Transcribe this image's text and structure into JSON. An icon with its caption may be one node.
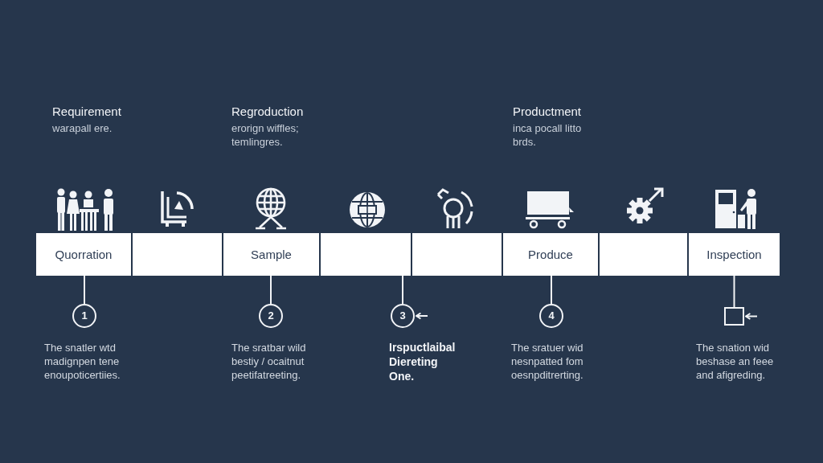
{
  "diagram": {
    "nodes": [
      {
        "text": [
          "Quorration"
        ]
      },
      {
        "text": [],
        "shape": "box"
      },
      {
        "text": [
          "Sample"
        ]
      },
      {
        "text": [],
        "shape": "box"
      },
      {
        "text": [],
        "shape": "box"
      },
      {
        "text": [
          "Produce"
        ]
      },
      {
        "text": [],
        "shape": "box"
      },
      {
        "text": [
          "Inspection"
        ]
      },
      {
        "text": [
          "1"
        ],
        "beside": [
          "The snatler wtd madignpen tene enoupoticertiies."
        ]
      },
      {
        "text": [
          "2"
        ],
        "beside": [
          "The sratbar wild bestiy / ocaitnut peetifatreeting."
        ]
      },
      {
        "text": [
          "3"
        ],
        "beside": [
          "Irspuctlaibal Diereting One."
        ]
      },
      {
        "text": [
          "4"
        ],
        "beside": [
          "The sratuer wid nesnpatted fom oesnpditrerting."
        ]
      },
      {
        "text": [],
        "shape": "box",
        "beside": [
          "The snation wid beshase an feee and afigreding."
        ]
      }
    ],
    "edges": [
      {
        "from": 0,
        "to": 8,
        "arrow": "none"
      },
      {
        "from": 2,
        "to": 9,
        "arrow": "none"
      },
      {
        "from": 3,
        "to": 10,
        "arrow": "none"
      },
      {
        "from": 5,
        "to": 11,
        "arrow": "none"
      },
      {
        "from": 7,
        "to": 12,
        "arrow": "none"
      },
      {
        "from": null,
        "to": 10,
        "arrow": "to"
      },
      {
        "from": null,
        "to": 12,
        "arrow": "to"
      }
    ],
    "labels": [
      "Requirement",
      "warapall ere.",
      "Regroduction",
      "erorign wiffles; temlingres.",
      "Productment",
      "inca pocall litto brds."
    ]
  }
}
